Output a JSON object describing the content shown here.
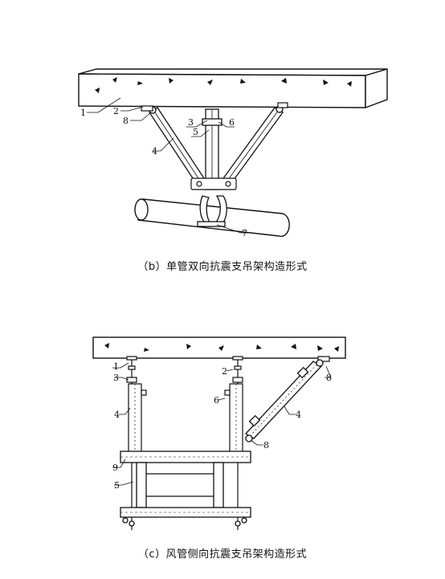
{
  "figure_b": {
    "caption": "（b）单管双向抗震支吊架构造形式",
    "callouts": [
      "1",
      "2",
      "8",
      "3",
      "5",
      "6",
      "4",
      "7"
    ]
  },
  "figure_c": {
    "caption": "（c）风管侧向抗震支吊架构造形式",
    "callouts": [
      "1",
      "3",
      "2",
      "8",
      "6",
      "4",
      "4",
      "8",
      "9",
      "5"
    ]
  }
}
